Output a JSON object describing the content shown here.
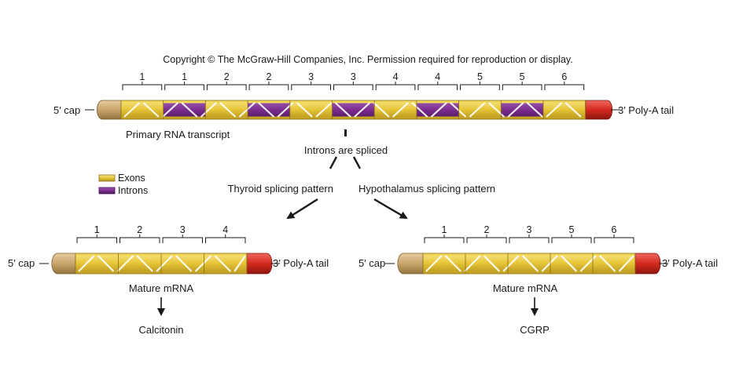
{
  "copyright": "Copyright © The McGraw-Hill Companies, Inc. Permission required for reproduction or display.",
  "primary": {
    "segment_numbers": [
      "1",
      "1",
      "2",
      "2",
      "3",
      "3",
      "4",
      "4",
      "5",
      "5",
      "6"
    ],
    "segment_types": [
      "exon",
      "intron",
      "exon",
      "intron",
      "exon",
      "intron",
      "exon",
      "intron",
      "exon",
      "intron",
      "exon"
    ],
    "five_cap": "5′ cap",
    "poly_a": "3′ Poly-A tail",
    "label": "Primary RNA transcript"
  },
  "splice_label": "Introns are spliced",
  "legend": {
    "exons": "Exons",
    "introns": "Introns"
  },
  "thyroid": {
    "pattern_label": "Thyroid splicing pattern",
    "segment_numbers": [
      "1",
      "2",
      "3",
      "4"
    ],
    "five_cap": "5′ cap",
    "poly_a": "3′ Poly-A tail",
    "mrna_label": "Mature mRNA",
    "product": "Calcitonin"
  },
  "hypothalamus": {
    "pattern_label": "Hypothalamus splicing pattern",
    "segment_numbers": [
      "1",
      "2",
      "3",
      "5",
      "6"
    ],
    "five_cap": "5′ cap",
    "poly_a": "3′ Poly-A tail",
    "mrna_label": "Mature mRNA",
    "product": "CGRP"
  },
  "colors": {
    "exon": "#e8c83a",
    "intron": "#7b2d8e",
    "cap": "#c9a46b",
    "tail": "#d42a1f",
    "helix": "#ffffff"
  }
}
